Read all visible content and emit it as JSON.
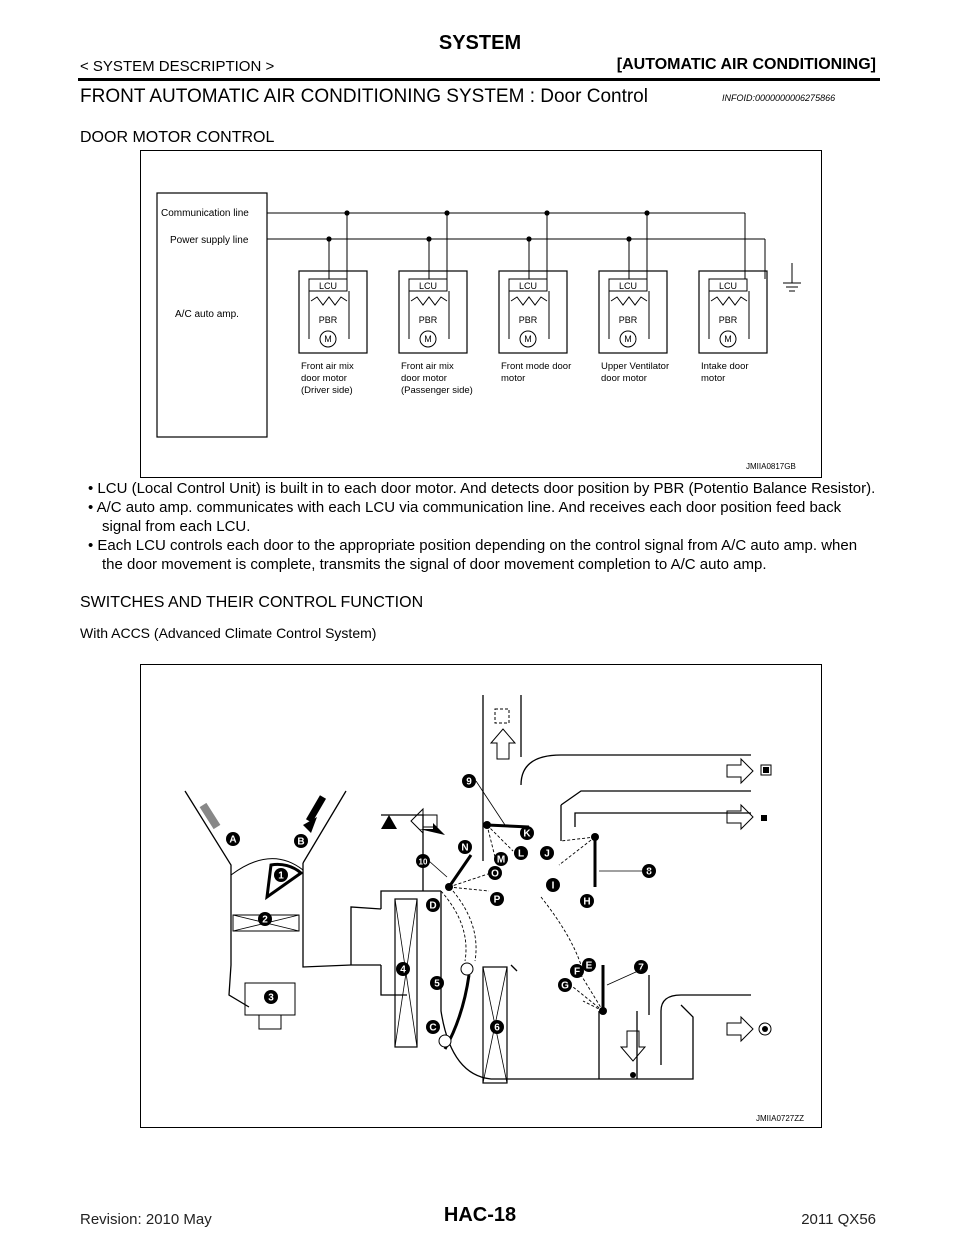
{
  "header": {
    "title": "SYSTEM",
    "breadcrumb": "< SYSTEM DESCRIPTION >",
    "section": "[AUTOMATIC AIR CONDITIONING]"
  },
  "section_title": "FRONT AUTOMATIC AIR CONDITIONING SYSTEM : Door Control",
  "info_id": "INFOID:0000000006275866",
  "door_motor_control": {
    "heading": "DOOR MOTOR CONTROL",
    "figure": {
      "comm_line": "Communication line",
      "power_line": "Power supply line",
      "amp": "A/C auto amp.",
      "lcu": "LCU",
      "pbr": "PBR",
      "motor": "M",
      "motors": [
        {
          "l1": "Front air mix",
          "l2": "door motor",
          "l3": "(Driver side)"
        },
        {
          "l1": "Front air mix",
          "l2": "door motor",
          "l3": "(Passenger side)"
        },
        {
          "l1": "Front mode door",
          "l2": "motor",
          "l3": ""
        },
        {
          "l1": "Upper Ventilator",
          "l2": "door motor",
          "l3": ""
        },
        {
          "l1": "Intake door",
          "l2": "motor",
          "l3": ""
        }
      ],
      "id": "JMIIA0817GB"
    },
    "bullets": [
      "LCU (Local Control Unit) is built in to each door motor. And detects door position by PBR (Potentio Balance Resistor).",
      "A/C auto amp. communicates with each LCU via communication line. And receives each door position feed back signal from each LCU.",
      "Each LCU controls each door to the appropriate position depending on the control signal from A/C auto amp. when the door movement is complete, transmits the signal of door movement completion to A/C auto amp."
    ]
  },
  "switches": {
    "heading": "SWITCHES AND THEIR CONTROL FUNCTION",
    "subheading": "With ACCS (Advanced Climate Control System)",
    "figure": {
      "numbers": [
        "1",
        "2",
        "3",
        "4",
        "5",
        "6",
        "7",
        "8",
        "9",
        "10"
      ],
      "letters": [
        "A",
        "B",
        "C",
        "D",
        "E",
        "F",
        "G",
        "H",
        "I",
        "J",
        "K",
        "L",
        "M",
        "N",
        "O",
        "P"
      ],
      "id": "JMIIA0727ZZ"
    }
  },
  "footer": {
    "page": "HAC-18",
    "revision": "Revision: 2010 May",
    "model": "2011 QX56"
  }
}
